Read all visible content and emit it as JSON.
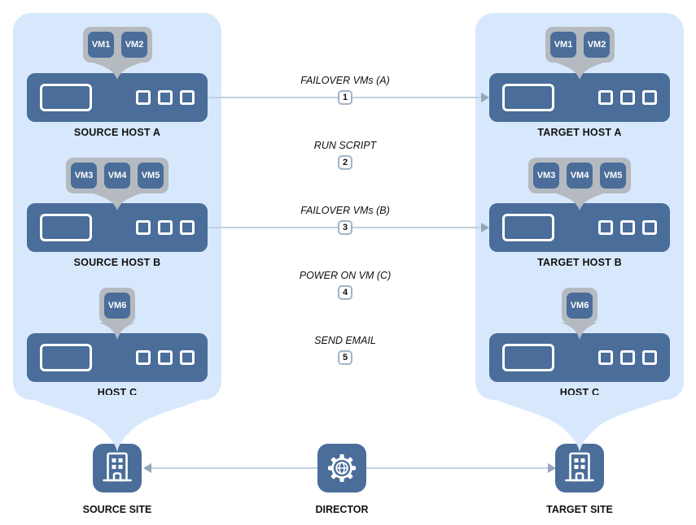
{
  "colors": {
    "host_blue": "#4a6d99",
    "panel_blue": "#d8e8fc",
    "callout_gray": "#b5bac0",
    "arrow_line": "#c2d1df",
    "arrow_head": "#94a6b7",
    "badge_border": "#a0b4c8",
    "text": "#111111"
  },
  "source_hosts": [
    {
      "label": "SOURCE HOST A",
      "vms": [
        "VM1",
        "VM2"
      ]
    },
    {
      "label": "SOURCE HOST B",
      "vms": [
        "VM3",
        "VM4",
        "VM5"
      ]
    },
    {
      "label": "HOST C",
      "vms": [
        "VM6"
      ]
    }
  ],
  "target_hosts": [
    {
      "label": "TARGET HOST A",
      "vms": [
        "VM1",
        "VM2"
      ]
    },
    {
      "label": "TARGET HOST B",
      "vms": [
        "VM3",
        "VM4",
        "VM5"
      ]
    },
    {
      "label": "HOST C",
      "vms": [
        "VM6"
      ]
    }
  ],
  "steps": [
    {
      "num": "1",
      "label": "FAILOVER VMs (A)",
      "has_arrow": true
    },
    {
      "num": "2",
      "label": "RUN SCRIPT",
      "has_arrow": false
    },
    {
      "num": "3",
      "label": "FAILOVER VMs (B)",
      "has_arrow": true
    },
    {
      "num": "4",
      "label": "POWER ON VM (C)",
      "has_arrow": false
    },
    {
      "num": "5",
      "label": "SEND EMAIL",
      "has_arrow": false
    }
  ],
  "sites": {
    "source": {
      "label": "SOURCE SITE",
      "icon": "building-icon"
    },
    "director": {
      "label": "DIRECTOR",
      "icon": "gear-globe-icon"
    },
    "target": {
      "label": "TARGET SITE",
      "icon": "building-icon"
    }
  },
  "arrows": [
    {
      "from": "SOURCE HOST A",
      "to": "TARGET HOST A",
      "step": "1"
    },
    {
      "from": "SOURCE HOST B",
      "to": "TARGET HOST B",
      "step": "3"
    },
    {
      "from": "DIRECTOR",
      "to": "SOURCE SITE"
    },
    {
      "from": "DIRECTOR",
      "to": "TARGET SITE"
    }
  ]
}
